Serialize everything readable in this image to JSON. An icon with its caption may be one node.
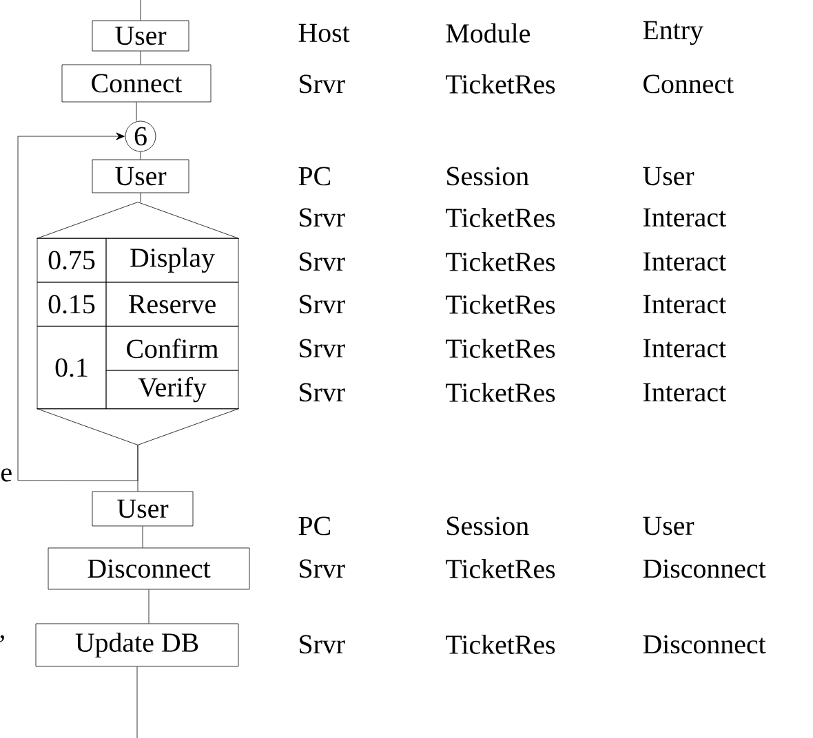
{
  "diagram": {
    "nodes": [
      {
        "text": [
          "User"
        ]
      },
      {
        "text": [
          "Connect"
        ]
      },
      {
        "text": [
          "6"
        ]
      },
      {
        "text": [
          "User"
        ]
      },
      {
        "text": [],
        "shape": "triangle"
      },
      {
        "text": [
          "0.75"
        ]
      },
      {
        "text": [
          "Display"
        ]
      },
      {
        "text": [
          "0.15"
        ]
      },
      {
        "text": [
          "Reserve"
        ]
      },
      {
        "text": [
          "0.1"
        ]
      },
      {
        "text": [
          "Confirm"
        ]
      },
      {
        "text": [
          "Verify"
        ]
      },
      {
        "text": [],
        "shape": "inverted-triangle"
      },
      {
        "text": [
          "User"
        ]
      },
      {
        "text": [
          "Disconnect"
        ]
      },
      {
        "text": [
          "Update DB"
        ]
      }
    ],
    "edges": [
      {
        "from": null,
        "to": 0,
        "arrow": "none"
      },
      {
        "from": 0,
        "to": 1,
        "arrow": "none"
      },
      {
        "from": 1,
        "to": 2,
        "arrow": "none"
      },
      {
        "from": 2,
        "to": 3,
        "arrow": "none"
      },
      {
        "from": 3,
        "to": 4,
        "arrow": "none"
      },
      {
        "from": 12,
        "to": 13,
        "arrow": "none"
      },
      {
        "from": 12,
        "to": 2,
        "arrow": "to"
      },
      {
        "from": 13,
        "to": 14,
        "arrow": "none"
      },
      {
        "from": 14,
        "to": 15,
        "arrow": "none"
      },
      {
        "from": 15,
        "to": null,
        "arrow": "none"
      }
    ],
    "labels": [
      "Host",
      "Module",
      "Entry",
      "Srvr",
      "TicketRes",
      "Connect",
      "PC",
      "Session",
      "User",
      "Srvr",
      "TicketRes",
      "Interact",
      "Srvr",
      "TicketRes",
      "Interact",
      "Srvr",
      "TicketRes",
      "Interact",
      "Srvr",
      "TicketRes",
      "Interact",
      "Srvr",
      "TicketRes",
      "Interact",
      "e",
      "PC",
      "Session",
      "User",
      "Srvr",
      "TicketRes",
      "Disconnect",
      "’",
      "Srvr",
      "TicketRes",
      "Disconnect"
    ]
  }
}
